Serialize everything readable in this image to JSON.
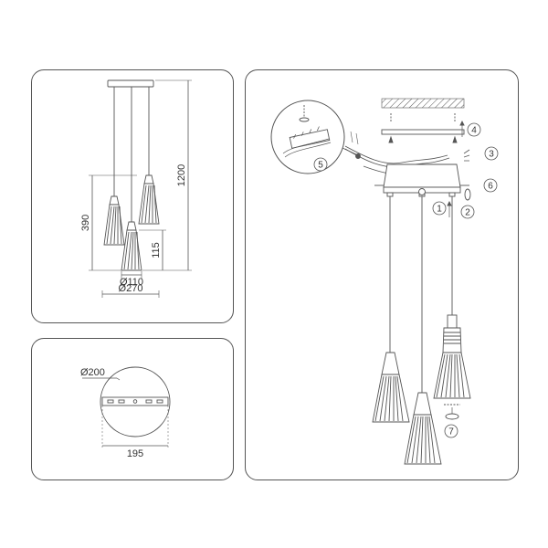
{
  "dimensions": {
    "height_total": "1200",
    "shade_drop": "390",
    "shade_height": "115",
    "shade_diameter": "Ø110",
    "canopy_span": "Ø270",
    "plate_diameter": "Ø200",
    "plate_width": "195"
  },
  "steps": [
    "1",
    "2",
    "3",
    "4",
    "5",
    "6",
    "7"
  ]
}
